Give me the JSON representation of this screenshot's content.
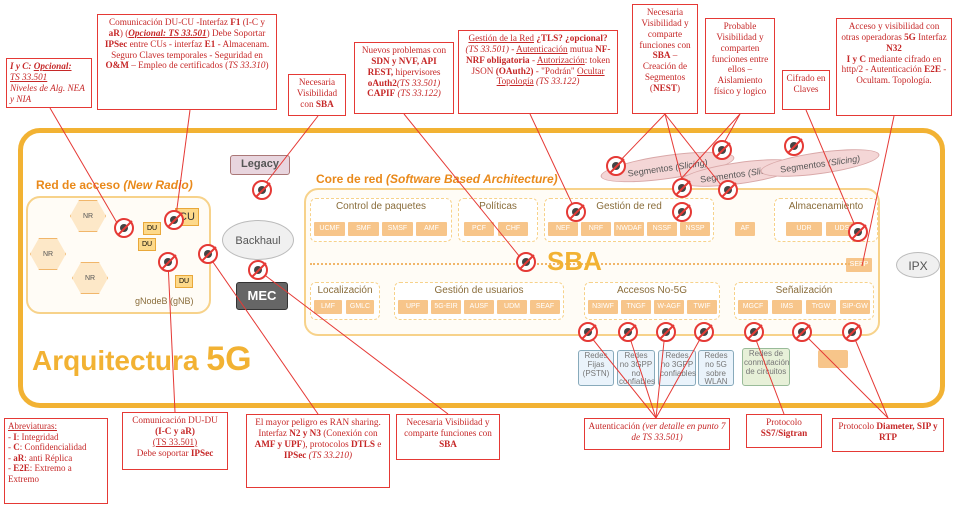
{
  "callouts": {
    "c1_l1": "I y C: ",
    "c1_opc": "Opcional:",
    "c1_ref": "TS 33.501",
    "c1_l3": "Niveles de Alg. NEA y NIA",
    "c2_l1": "Comunicación DU-CU  -Interfaz ",
    "c2_f1": "F1",
    "c2_l1b": " (I-C y ",
    "c2_ar": "aR",
    "c2_l1c": ") (",
    "c2_opc": "Opcional: TS 33.501",
    "c2_l1d": ") Debe Soportar ",
    "c2_ipsec": "IPSec",
    "c2_l2": " entre CUs - interfaz ",
    "c2_e1": "E1",
    "c2_l3": "  - Almacenam. Seguro Claves temporales - Seguridad en ",
    "c2_om": "O&M",
    "c2_l4": " – Empleo de certificados (",
    "c2_ref": "TS 33.310",
    "c2_l5": ")",
    "c3": "Necesaria Visibilidad con ",
    "c3_sba": "SBA",
    "c4_l1": "Nuevos problemas con ",
    "c4_sdn": "SDN y NVF, API REST,",
    "c4_l2": " hipervisores ",
    "c4_oauth": "oAuth2",
    "c4_ref1": "(TS 33.501)",
    "c4_capif": "CAPIF",
    "c4_ref2": "(TS 33.122)",
    "c5_t1": "Gestión de la Red",
    "c5_tls": "¿TLS? ¿opcional?",
    "c5_ref1": "(TS 33.501)",
    "c5_auth": "Autenticación",
    "c5_l2": " mutua ",
    "c5_nrf": "NF-NRF obligatoria",
    "c5_l3": " - ",
    "c5_autz": "Autorización",
    "c5_l4": ": token JSON ",
    "c5_oauth": "(OAuth2)",
    "c5_l5": " - \"Podrán\" ",
    "c5_ocul": "Ocultar Topología",
    "c5_ref2": "(TS 33.122)",
    "c6_l1": "Necesaria Visibilidad y comparte funciones con ",
    "c6_sba": "SBA",
    "c6_l2": " – Creación de Segmentos (",
    "c6_nest": "NEST",
    "c6_l3": ")",
    "c7": "Probable Visibilidad y comparten funciones entre ellos – Aislamiento físico y logico",
    "c8": "Cifrado en Claves",
    "c9_l1": "Acceso y visibilidad con otras operadoras ",
    "c9_5g": "5G",
    "c9_l2": " Interfaz ",
    "c9_n32": "N32",
    "c9_l3": "I y C",
    "c9_l4": " mediante cifrado en http/2 - Autenticación ",
    "c9_e2e": "E2E",
    "c9_l5": " - Ocultam. Topología.",
    "abbr_title": "Abreviaturas:",
    "abbr_i": "I",
    "abbr_i_t": ": Integridad",
    "abbr_c": "C",
    "abbr_c_t": ": Confidencialidad",
    "abbr_ar": "aR",
    "abbr_ar_t": ": anti Réplica",
    "abbr_e2e": "E2E",
    "abbr_e2e_t": ": Extremo a Extremo",
    "c10_l1": "Comunicación DU-DU",
    "c10_l2": "(I-C y aR)",
    "c10_ref": "(TS 33.501)",
    "c10_l3": "Debe soportar ",
    "c10_ipsec": "IPSec",
    "c11_l1": "El mayor peligro es RAN sharing. Interfaz ",
    "c11_n2": "N2 y N3",
    "c11_l2": " (Conexión con ",
    "c11_amf": "AMF y UPF",
    "c11_l3": "), protocolos ",
    "c11_dtls": "DTLS",
    "c11_l4": " e ",
    "c11_ipsec": "IPSec",
    "c11_ref": "(TS 33.210)",
    "c12_l1": "Necesaria Visibiidad y comparte funciones  con ",
    "c12_sba": "SBA",
    "c13_l1": "Autenticación ",
    "c13_l2": "(ver detalle en punto 7 de  TS 33.501)",
    "c14_l1": "Protocolo ",
    "c14_l2": "SS7/Sigtran",
    "c15_l1": "Protocolo ",
    "c15_l2": "Diameter, SIP y RTP"
  },
  "diagram": {
    "red_acceso": "Red de acceso",
    "new_radio": "(New Radio)",
    "core": "Core de red",
    "sba_arch": "(Software Based Architecture)",
    "legacy": "Legacy",
    "backhaul": "Backhaul",
    "mec": "MEC",
    "gnodeb": "gNodeB (gNB)",
    "nr": "NR",
    "cu": "CU",
    "du": "DU",
    "arquitectura": "Arquitectura",
    "fiveg": "5G",
    "sba": "SBA",
    "ipx": "IPX",
    "segmentos": "Segmentos",
    "slicing": "(Slicing)",
    "control_paquetes": "Control de paquetes",
    "politicas": "Políticas",
    "gestion_red": "Gestión de red",
    "almacenamiento": "Almacenamiento",
    "localizacion": "Localización",
    "gestion_usuarios": "Gestión de usuarios",
    "accesos_no5g": "Accesos No-5G",
    "senalizacion": "Señalización",
    "nf_cp": [
      "UCMF",
      "SMF",
      "SMSF",
      "AMF"
    ],
    "nf_pol": [
      "PCF",
      "CHF"
    ],
    "nf_gr": [
      "NEF",
      "NRF",
      "NWDAF",
      "NSSF",
      "NSSP"
    ],
    "nf_af": "AF",
    "nf_alm": [
      "UDR",
      "UDSF"
    ],
    "nf_loc": [
      "LMF",
      "GMLC"
    ],
    "nf_gu": [
      "UPF",
      "5G-EIR",
      "AUSF",
      "UDM",
      "SEAF"
    ],
    "nf_acc": [
      "N3IWF",
      "TNGF",
      "W-AGF",
      "TWIF"
    ],
    "nf_sen": [
      "MGCF",
      "IMS",
      "TrGW",
      "SIP-GW"
    ],
    "sepp": "SEPP",
    "redes_fijas": "Redes Fijas (PSTN)",
    "redes_3gpp_nc": "Redes no 3GPP no confiables",
    "redes_3gpp_c": "Redes no 3GPP confiables",
    "redes_wlan": "Redes no 5G sobre WLAN",
    "redes_conm": "Redes de conmutación de circuitos"
  }
}
